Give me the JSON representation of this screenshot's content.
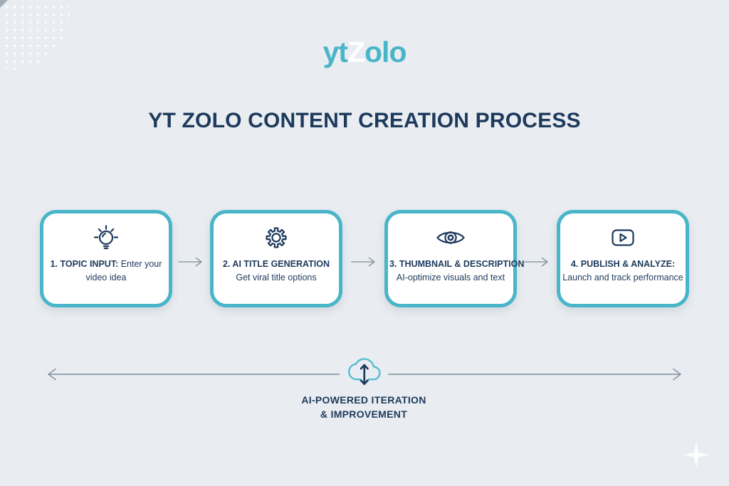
{
  "colors": {
    "background": "#e9edf1",
    "teal": "#49b5c8",
    "teal_light": "#55bdd2",
    "navy": "#1d3a5c",
    "arrow_gray": "#8d99a8",
    "white": "#ffffff"
  },
  "logo": {
    "part1": "yt",
    "part2": "Z",
    "part3": "olo"
  },
  "title": "YT ZOLO CONTENT CREATION PROCESS",
  "steps": [
    {
      "icon": "lightbulb-icon",
      "bold": "1. TOPIC INPUT:",
      "rest": "Enter your video idea"
    },
    {
      "icon": "gear-icon",
      "bold": "2. AI TITLE GENERATION",
      "rest": "Get viral title options"
    },
    {
      "icon": "eye-icon",
      "bold": "3. THUMBNAIL & DESCRIPTION",
      "rest": "AI-optimize visuals and text"
    },
    {
      "icon": "play-button-icon",
      "bold": "4. PUBLISH & ANALYZE:",
      "rest": "Launch and track performance"
    }
  ],
  "iteration": {
    "icon": "cloud-sync-icon",
    "line1": "AI-POWERED ITERATION",
    "line2": "& IMPROVEMENT"
  }
}
